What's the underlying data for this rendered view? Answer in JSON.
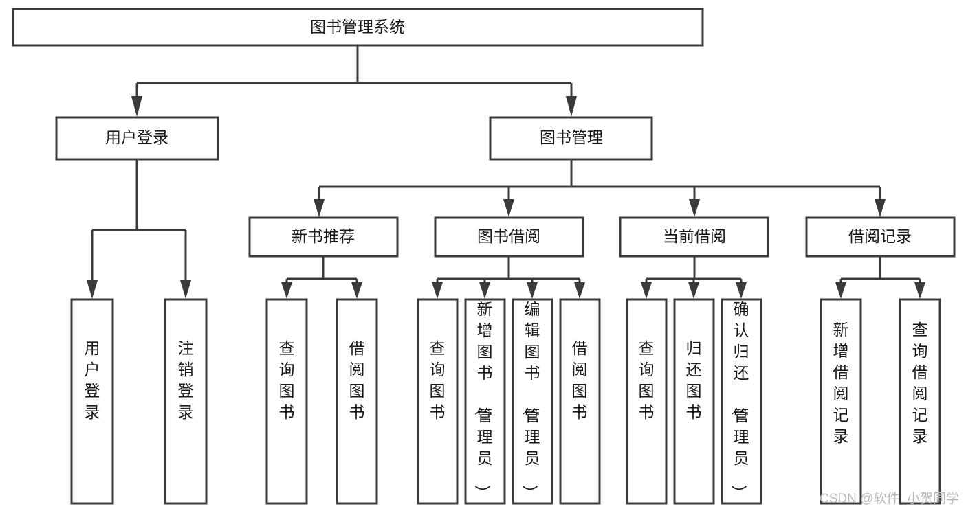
{
  "diagram": {
    "type": "tree-hierarchy-diagram",
    "title": "图书管理系统",
    "orientation": "top-down",
    "watermark": "CSDN @软件_小贺同学",
    "colors": {
      "background": "#ffffff",
      "box_stroke": "#3b3b3b",
      "box_fill": "#ffffff",
      "text": "#1a1a1a",
      "watermark": "#b9b9b9"
    },
    "nodes": {
      "root": {
        "label": "图书管理系统",
        "level": 0,
        "text_orientation": "horizontal"
      },
      "l1": [
        {
          "id": "user-login",
          "label": "用户登录",
          "level": 1,
          "text_orientation": "horizontal"
        },
        {
          "id": "book-manage",
          "label": "图书管理",
          "level": 1,
          "text_orientation": "horizontal"
        }
      ],
      "l2": [
        {
          "id": "new-book-rec",
          "label": "新书推荐",
          "level": 2,
          "text_orientation": "horizontal",
          "parent": "book-manage"
        },
        {
          "id": "book-borrow",
          "label": "图书借阅",
          "level": 2,
          "text_orientation": "horizontal",
          "parent": "book-manage"
        },
        {
          "id": "current-borrow",
          "label": "当前借阅",
          "level": 2,
          "text_orientation": "horizontal",
          "parent": "book-manage"
        },
        {
          "id": "borrow-record",
          "label": "借阅记录",
          "level": 2,
          "text_orientation": "horizontal",
          "parent": "book-manage"
        }
      ],
      "leaves": [
        {
          "id": "leaf-user-login",
          "label": "用户登录",
          "parent": "user-login",
          "text_orientation": "vertical"
        },
        {
          "id": "leaf-logout-login",
          "label": "注销登录",
          "parent": "user-login",
          "text_orientation": "vertical"
        },
        {
          "id": "leaf-query-book-1",
          "label": "查询图书",
          "parent": "new-book-rec",
          "text_orientation": "vertical"
        },
        {
          "id": "leaf-borrow-book-1",
          "label": "借阅图书",
          "parent": "new-book-rec",
          "text_orientation": "vertical"
        },
        {
          "id": "leaf-query-book-2",
          "label": "查询图书",
          "parent": "book-borrow",
          "text_orientation": "vertical"
        },
        {
          "id": "leaf-add-book",
          "label": "新增图书（管理员）",
          "parent": "book-borrow",
          "text_orientation": "vertical"
        },
        {
          "id": "leaf-edit-book",
          "label": "编辑图书（管理员）",
          "parent": "book-borrow",
          "text_orientation": "vertical"
        },
        {
          "id": "leaf-borrow-book-2",
          "label": "借阅图书",
          "parent": "book-borrow",
          "text_orientation": "vertical"
        },
        {
          "id": "leaf-query-book-3",
          "label": "查询图书",
          "parent": "current-borrow",
          "text_orientation": "vertical"
        },
        {
          "id": "leaf-return-book",
          "label": "归还图书",
          "parent": "current-borrow",
          "text_orientation": "vertical"
        },
        {
          "id": "leaf-confirm-return",
          "label": "确认归还（管理员）",
          "parent": "current-borrow",
          "text_orientation": "vertical"
        },
        {
          "id": "leaf-add-record",
          "label": "新增借阅记录",
          "parent": "borrow-record",
          "text_orientation": "vertical"
        },
        {
          "id": "leaf-query-record",
          "label": "查询借阅记录",
          "parent": "borrow-record",
          "text_orientation": "vertical"
        }
      ]
    }
  }
}
